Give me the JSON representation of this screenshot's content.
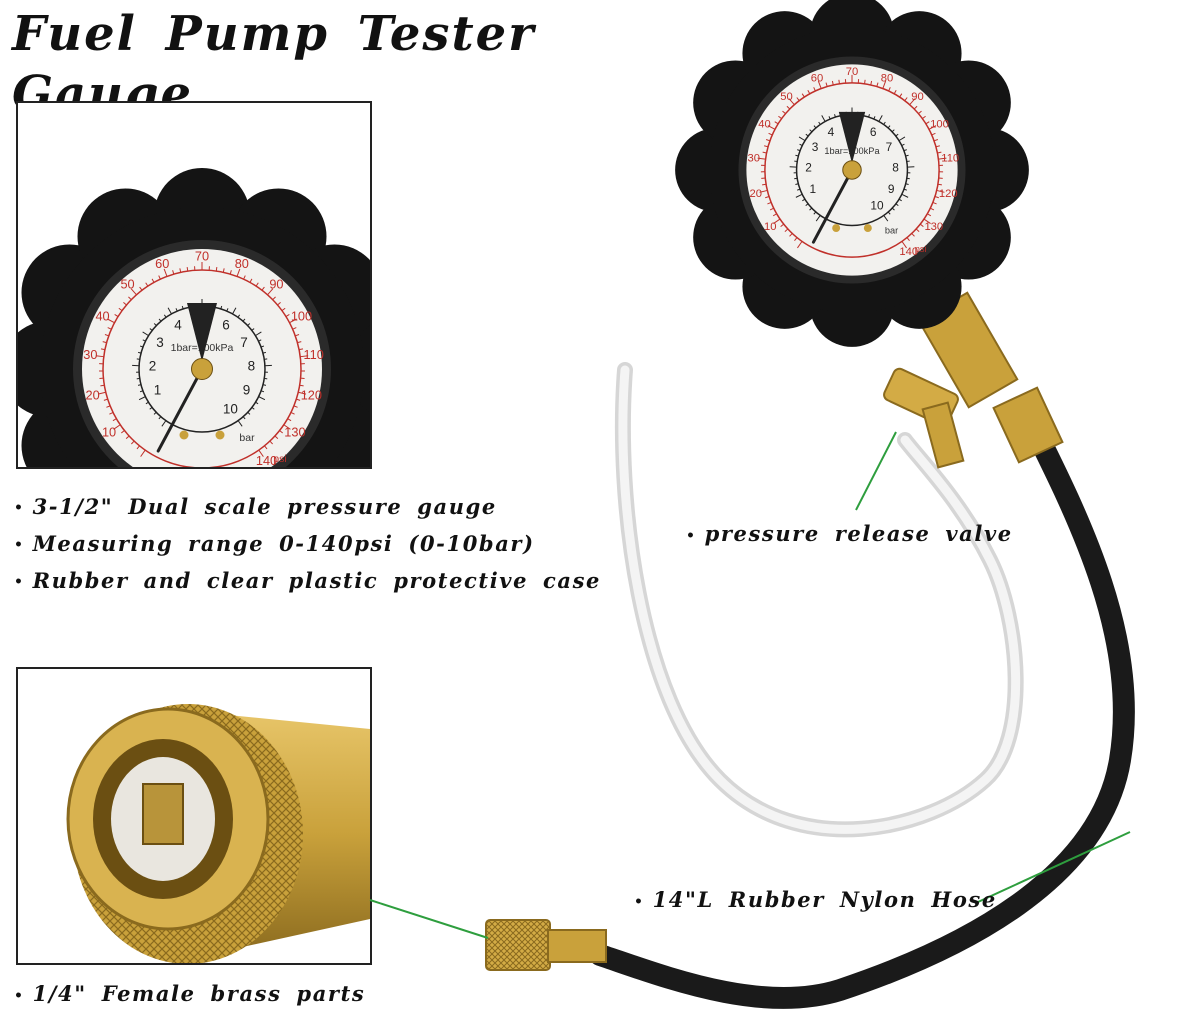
{
  "title": "Fuel Pump Tester Gauge",
  "features": [
    "3-1/2\" Dual scale pressure gauge",
    "Measuring range 0-140psi (0-10bar)",
    "Rubber and clear plastic protective case"
  ],
  "callouts": {
    "valve": "pressure release valve",
    "hose": "14\"L Rubber Nylon Hose",
    "brass": "1/4\" Female brass parts"
  },
  "gauge": {
    "psi_labels": [
      "10",
      "20",
      "30",
      "40",
      "50",
      "60",
      "70",
      "80",
      "90",
      "100",
      "110",
      "120",
      "130",
      "140"
    ],
    "bar_labels": [
      "1",
      "2",
      "3",
      "4",
      "5",
      "6",
      "7",
      "8",
      "9",
      "10"
    ],
    "unit_center": "1bar=100kPa",
    "unit_bar": "bar",
    "unit_psi": "psi",
    "reading_bar": 0
  },
  "colors": {
    "title": "#111111",
    "leader_line": "#2e9e3e",
    "psi_scale": "#c0302a",
    "bar_scale": "#222222",
    "brass": "#c9a13b",
    "hose": "#1a1a1a",
    "bezel": "#141414"
  }
}
